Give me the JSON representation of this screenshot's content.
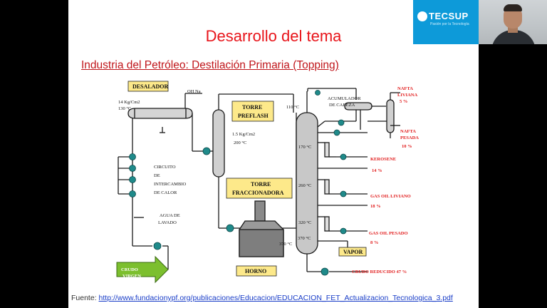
{
  "slide": {
    "title": "Desarrollo del tema",
    "subtitle": "Industria del Petróleo: Destilación Primaria (Topping)",
    "footer_label": "Fuente:",
    "footer_link": "http://www.fundacionypf.org/publicaciones/Educacion/EDUCACION_FET_Actualizacion_Tecnologica_3.pdf"
  },
  "brand": {
    "name": "TECSUP",
    "tagline": "Pasión por la Tecnología"
  },
  "diagram": {
    "desalador": "DESALADOR",
    "oh_na": "OH Na",
    "desalador_cond_1": "14 Kg/Cm2",
    "desalador_cond_2": "130 °C",
    "circuito": [
      "CIRCUITO",
      "DE",
      "INTERCAMBIO",
      "DE CALOR"
    ],
    "agua": [
      "AGUA DE",
      "LAVADO"
    ],
    "crudo_virgen": [
      "CRUDO",
      "VIRGEN"
    ],
    "torre_preflash": [
      "TORRE",
      "PREFLASH"
    ],
    "preflash_cond_1": "1.5 Kg/Cm2",
    "preflash_cond_2": "200 °C",
    "torre_fraccionadora": [
      "TORRE",
      "FRACCIONADORA"
    ],
    "horno": "HORNO",
    "temp_110": "110 °C",
    "temp_370_in": "370 °C",
    "temp_370_out": "370 °C",
    "temp_170": "170 °C",
    "temp_260": "260 °C",
    "temp_320": "320 °C",
    "acumulador": [
      "ACUMULADOR",
      "DE CABEZA"
    ],
    "nafta_liviana": [
      "NAFTA",
      "LIVIANA",
      "5 %"
    ],
    "nafta_pesada": [
      "NAFTA",
      "PESADA",
      "10 %"
    ],
    "kerosene": [
      "KEROSENE",
      "14 %"
    ],
    "gasoil_liviano": [
      "GAS OIL LIVIANO",
      "18 %"
    ],
    "gasoil_pesado": [
      "GAS OIL PESADO",
      "8 %"
    ],
    "vapor": "VAPOR",
    "crudo_reducido": "CRUDO REDUCIDO 47 %"
  }
}
